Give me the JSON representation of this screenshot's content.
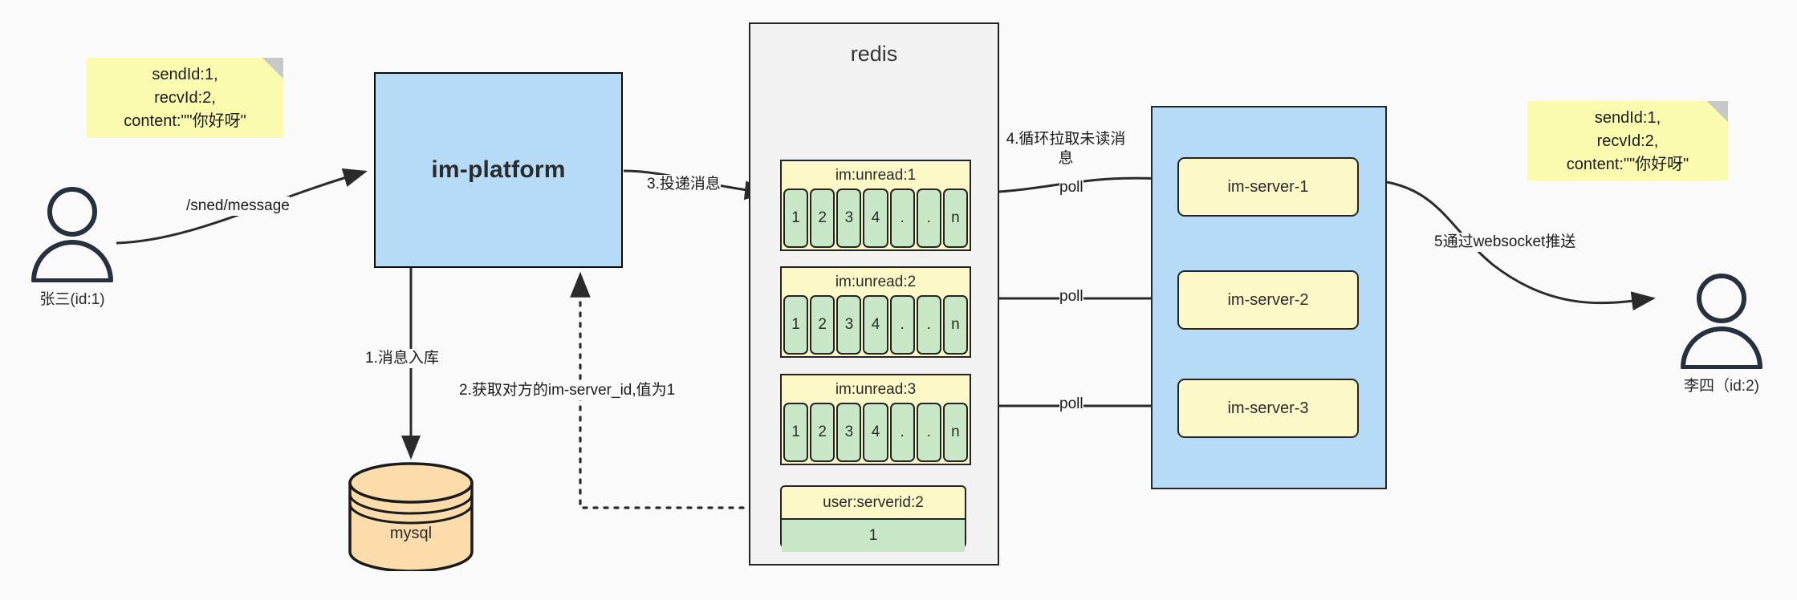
{
  "diagram": {
    "title": "IM message delivery architecture",
    "colors": {
      "note_yellow": "#fbfbb0",
      "platform_blue": "#b5dbf7",
      "redis_gray": "#f2f2f2",
      "queue_yellow": "#fdf8c8",
      "cell_green": "#c7e7c7",
      "mysql_orange": "#fbdcaa",
      "stroke_dark": "#242424",
      "actor_navy": "#27303f"
    }
  },
  "notes": {
    "left": "sendId:1,\nrecvId:2,\ncontent:\"\"你好呀\"",
    "right": "sendId:1,\nrecvId:2,\ncontent:\"\"你好呀\""
  },
  "actors": {
    "sender": {
      "label": "张三(id:1)",
      "icon": "person-icon"
    },
    "receiver": {
      "label": "李四（id:2)",
      "icon": "person-icon"
    }
  },
  "platform": {
    "label": "im-platform"
  },
  "database": {
    "label": "mysql",
    "icon": "database-cylinder-icon"
  },
  "redis": {
    "title": "redis",
    "queues": [
      {
        "key": "im:unread:1",
        "cells": [
          "1",
          "2",
          "3",
          "4",
          ".",
          ".",
          "n"
        ]
      },
      {
        "key": "im:unread:2",
        "cells": [
          "1",
          "2",
          "3",
          "4",
          ".",
          ".",
          "n"
        ]
      },
      {
        "key": "im:unread:3",
        "cells": [
          "1",
          "2",
          "3",
          "4",
          ".",
          ".",
          "n"
        ]
      }
    ],
    "kv": {
      "key": "user:serverid:2",
      "value": "1"
    }
  },
  "cluster": {
    "servers": [
      {
        "label": "im-server-1"
      },
      {
        "label": "im-server-2"
      },
      {
        "label": "im-server-3"
      }
    ]
  },
  "edges": {
    "send_message": "/sned/message",
    "step1": "1.消息入库",
    "step2": "2.获取对方的im-server_id,值为1",
    "step3": "3.投递消息",
    "step4": "4.循环拉取未读消息",
    "poll_1": "poll",
    "poll_2": "poll",
    "poll_3": "poll",
    "step5": "5通过websocket推送"
  }
}
